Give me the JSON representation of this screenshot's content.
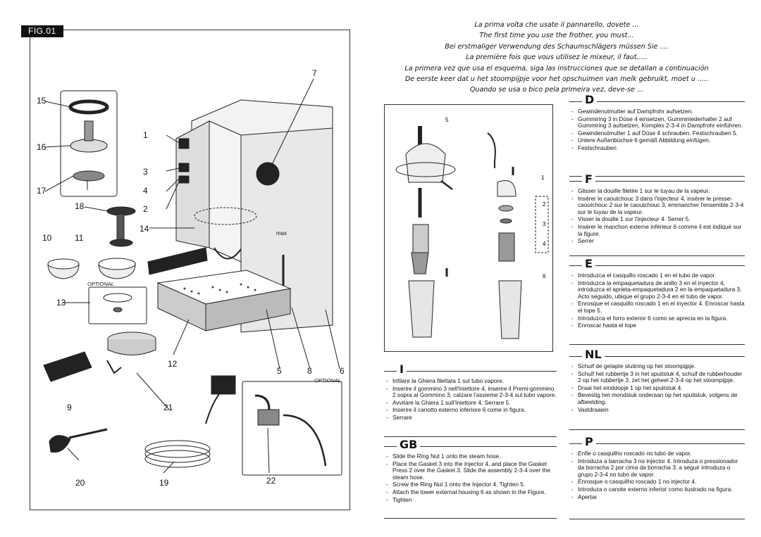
{
  "figure": {
    "tag": "FIG.01",
    "optional_1": "OPTIONAL",
    "optional_2": "OPTIONAL",
    "callouts": [
      "15",
      "16",
      "17",
      "18",
      "10",
      "11",
      "13",
      "9",
      "21",
      "20",
      "19",
      "22",
      "12",
      "5",
      "8",
      "6",
      "7",
      "1",
      "3",
      "4",
      "2",
      "14"
    ],
    "max_label": "max"
  },
  "intro": [
    "La prima volta che usate il pannarello, dovete ...",
    "The first time you use the frother, you must...",
    "Bei erstmaliger Verwendung des Schaumschlägers müssen Sie ....",
    "La première fois que vous utilisez le mixeur, il faut.....",
    "La primera vez que usa el esquema, siga las instrucciones que se detallan a continuación",
    "De eerste keer dat u het stoompijpje voor het opschuimen van melk gebruikt, moet u .....",
    "Quando se usa o bico pela primeira vez, deve-se ..."
  ],
  "diagram": {
    "labels": [
      "5",
      "1",
      "2",
      "3",
      "4",
      "6"
    ]
  },
  "sections": {
    "D": {
      "title": "D",
      "items": [
        "Gewindenutmutter auf Dampfrohr aufsetzen.",
        "Gummiring 3 in Düse 4 einsetzen, Gumminiederhalter 2 auf Gummiring 3 aufsetzen, Komplex 2-3-4 in Dampfrohr einführen.",
        "Gewindenutmutter 1 auf Düse 4 schrauben. Festschrauben 5.",
        "Untere Außenbüchse 6 gemäß Abbildung einfügen.",
        "Festschrauben"
      ]
    },
    "F": {
      "title": "F",
      "items": [
        "Glisser la douille filetée 1 sur le tuyau de la vapeur.",
        "Insérer le caoutchouc 3 dans l'injecteur 4, insérer le presse-caoutchouc 2 sur le caoutchouc 3, emmancher l'ensemble 2-3-4 sur le tuyau de la vapeur.",
        "Visser la douille 1 sur l'injecteur 4. Serrer 5.",
        "Insérer le manchon externe inférieur 6 comme il est indiqué sur la figure.",
        "Serrer"
      ]
    },
    "E": {
      "title": "E",
      "items": [
        "Introduzca el casquillo roscado 1 en el tubo de vapor.",
        "Introduzca la empaquetadura de anillo 3 en el inyector 4, introduzca el aprieta-empaquetadura 2 en la empaquetadura 3. Acto seguido, ubique el grupo 2-3-4 en el tubo de vapor.",
        "Enrosque el casquillo roscado 1 en el inyector 4. Enroscar hasta el tope 5.",
        "Introduzca el forro exterior 6 como se aprecia en la figura.",
        "Enroscar hasta el tope"
      ]
    },
    "NL": {
      "title": "NL",
      "items": [
        "Schuif de getapte sluitring op het stoompijpje.",
        "Schuif het rubbertje 3 in het spuitstuk 4, schuif de rubberhouder 2 op het rubbertje 3, zet het geheel 2-3-4 op het stoompijpje.",
        "Draai het einddopje 1 op het spuitstuk 4.",
        "Bevestig het mondstuk onderaan op het spuitstuk, volgens de afbeelding.",
        "Vastdraaien"
      ]
    },
    "I": {
      "title": "I",
      "items": [
        "Infilare la Ghiera filettata 1 sul tubo vapore.",
        "Inserire il gommino 3 nell'Iniettore 4, inserire il Premi-gommino 2 sopra al Gommino 3, calzare l'assieme 2-3-4 sul tubo vapore.",
        "Avvitare la Ghiera 1 sull'Iniettore 4. Serrare 5.",
        "Inserire il canotto esterno inferiore 6 come in figura.",
        "Serrare"
      ]
    },
    "GB": {
      "title": "GB",
      "items": [
        "Slide the Ring Nut 1 onto the steam hose.",
        "Place the Gasket 3 into the Injector 4, and place the Gasket Press 2 over the Gasket 3. Slide the assembly 2-3-4 over the steam hose.",
        "Screw the Ring Nut 1 onto the Injector 4. Tighten 5.",
        "Attach the lower external housing 6 as shown in the Figure.",
        "Tighten"
      ]
    },
    "P": {
      "title": "P",
      "items": [
        "Enfie o casquilho roscado no tubo de vapor.",
        "Introduza a barracha 3 no injector 4. Introduza o pressionador da borracha 2 por cima da borracha 3; a seguir introduza o grupo 2-3-4 no tubo de vapor.",
        "Enrosque o casquilho roscado 1 no injector 4.",
        "Introduza o canote externo inferior como ilustrado na figura.",
        "Apertar"
      ]
    }
  }
}
